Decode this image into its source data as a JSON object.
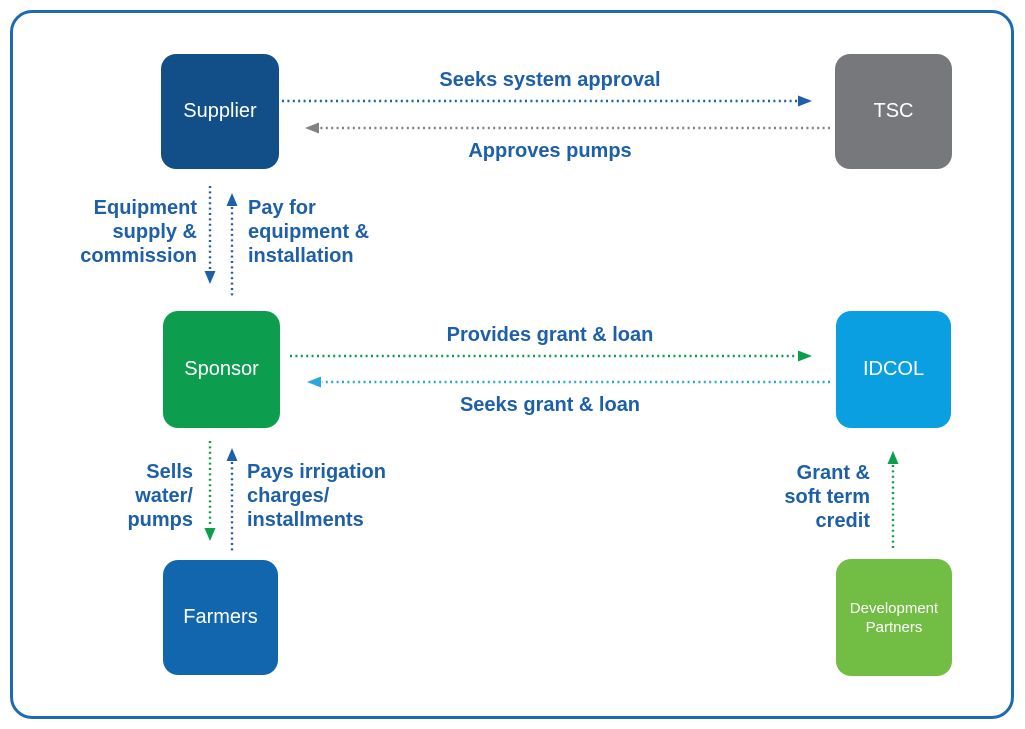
{
  "page": {
    "border_color": "#1d6ab2",
    "background": "#ffffff",
    "label_color": "#1d5fa8"
  },
  "palette": {
    "blue": "#1d5fa8",
    "gray": "#808285",
    "green": "#0a9e4d",
    "light_blue": "#29a8e0"
  },
  "nodes": {
    "supplier": {
      "label": "Supplier",
      "color": "#124e87"
    },
    "tsc": {
      "label": "TSC",
      "color": "#77787b"
    },
    "sponsor": {
      "label": "Sponsor",
      "color": "#0d9d4e"
    },
    "idcol": {
      "label": "IDCOL",
      "color": "#099fe0"
    },
    "farmers": {
      "label": "Farmers",
      "color": "#1266ad"
    },
    "development_partners": {
      "label": "Development Partners",
      "color": "#72bd44"
    }
  },
  "edges": {
    "seeks_system_approval": {
      "label": "Seeks system approval",
      "from": "Supplier",
      "to": "TSC",
      "direction": "right",
      "color": "#1d5fa8"
    },
    "approves_pumps": {
      "label": "Approves pumps",
      "from": "TSC",
      "to": "Supplier",
      "direction": "left",
      "color": "#808285"
    },
    "equipment_supply_commission": {
      "lines": [
        "Equipment",
        "supply &",
        "commission"
      ],
      "from": "Supplier",
      "to": "Sponsor",
      "direction": "down",
      "color": "#1d5fa8"
    },
    "pay_for_equipment_installation": {
      "lines": [
        "Pay for",
        "equipment &",
        "installation"
      ],
      "from": "Sponsor",
      "to": "Supplier",
      "direction": "up",
      "color": "#1d5fa8"
    },
    "provides_grant_loan": {
      "label": "Provides grant & loan",
      "from": "Sponsor",
      "to": "IDCOL",
      "direction": "right",
      "color": "#0a9e4d"
    },
    "seeks_grant_loan": {
      "label": "Seeks grant & loan",
      "from": "IDCOL",
      "to": "Sponsor",
      "direction": "left",
      "color": "#29a8e0"
    },
    "sells_water_pumps": {
      "lines": [
        "Sells",
        "water/",
        "pumps"
      ],
      "from": "Sponsor",
      "to": "Farmers",
      "direction": "down",
      "color": "#0a9e4d"
    },
    "pays_irrigation_charges_installments": {
      "lines": [
        "Pays irrigation",
        "charges/",
        "installments"
      ],
      "from": "Farmers",
      "to": "Sponsor",
      "direction": "up",
      "color": "#1d5fa8"
    },
    "grant_soft_term_credit": {
      "lines": [
        "Grant &",
        "soft term",
        "credit"
      ],
      "from": "Development Partners",
      "to": "IDCOL",
      "direction": "up",
      "color": "#0a9e4d"
    }
  }
}
